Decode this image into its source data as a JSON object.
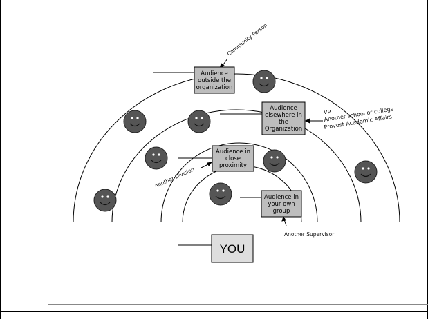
{
  "boxes": {
    "outside": [
      "Audience",
      "outside the",
      "organization"
    ],
    "elsewhere": [
      "Audience",
      "elsewhere in",
      "the",
      "Organization"
    ],
    "close": [
      "Audience in",
      "close",
      "proximity"
    ],
    "own": [
      "Audience in",
      "your own",
      "group"
    ],
    "you": "YOU"
  },
  "labels": {
    "community": "Community Person",
    "vp": "VP",
    "another_school": "Another school or college",
    "provost": "Provost Academic Affairs",
    "another_division": "Another Division",
    "another_supervisor": "Another Supervisor"
  },
  "colors": {
    "box_fill": "#bdbdbd",
    "you_fill": "#dedede",
    "face_fill": "#555555",
    "line": "#000000"
  },
  "icons": [
    "smiley-face-icon"
  ]
}
